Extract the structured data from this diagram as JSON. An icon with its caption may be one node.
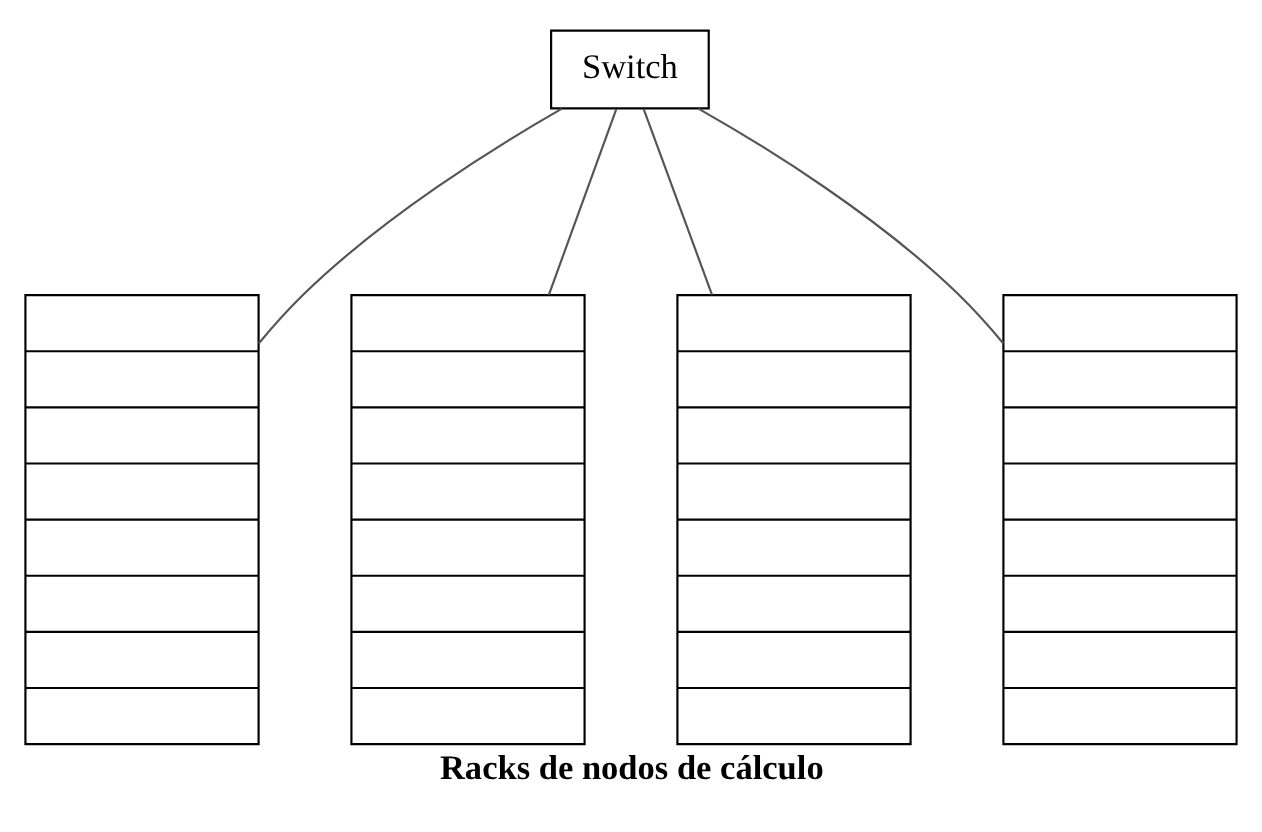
{
  "diagram": {
    "caption": "Racks de nodos de cálculo",
    "nodes": [
      {
        "text": [
          "Switch"
        ]
      },
      {
        "text": [],
        "shape": "box"
      },
      {
        "text": [],
        "shape": "box"
      },
      {
        "text": [],
        "shape": "box"
      },
      {
        "text": [],
        "shape": "box"
      }
    ],
    "edges": [
      {
        "from": 0,
        "to": 1,
        "arrow": "none"
      },
      {
        "from": 0,
        "to": 2,
        "arrow": "none"
      },
      {
        "from": 0,
        "to": 3,
        "arrow": "none"
      },
      {
        "from": 0,
        "to": 4,
        "arrow": "none"
      }
    ]
  }
}
